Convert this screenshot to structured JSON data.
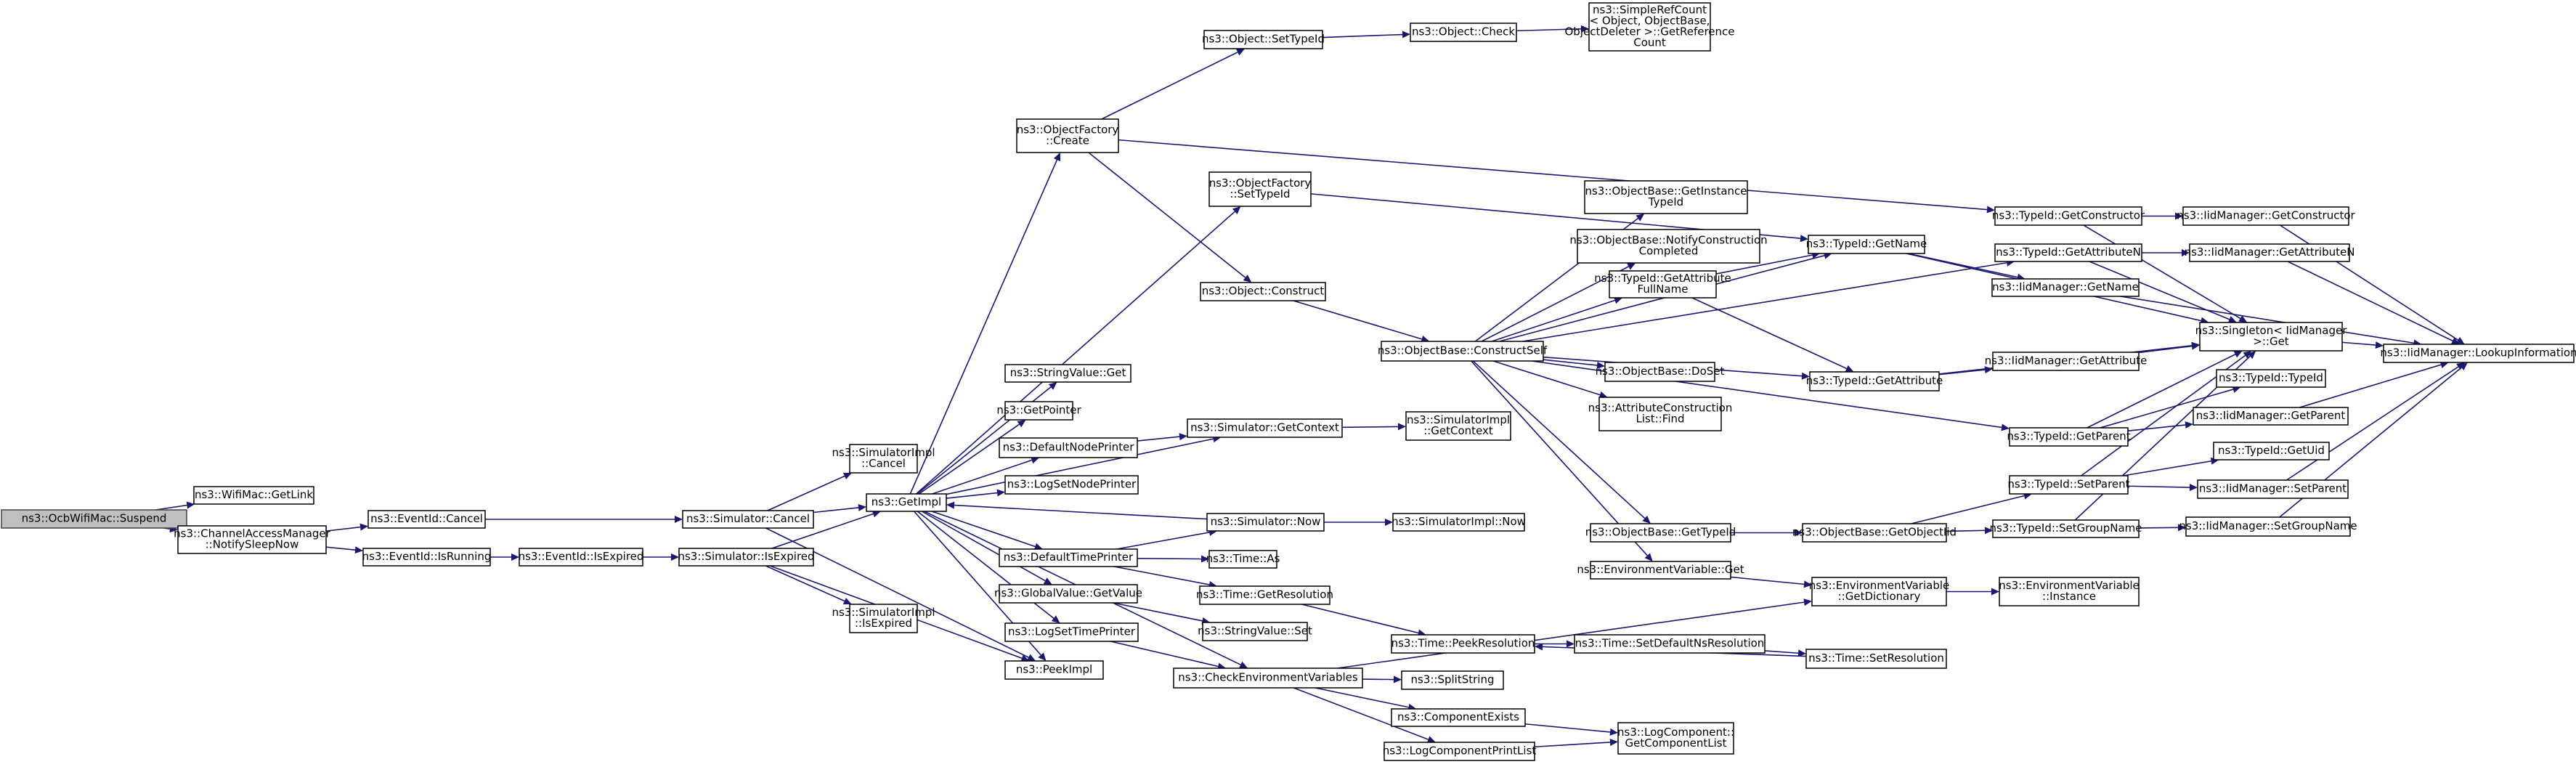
{
  "title": "",
  "colors": {
    "edge": "#191970",
    "root_fill": "#bfbfbf",
    "node_fill": "#ffffff",
    "border": "#000000"
  },
  "nodes": {
    "suspend": [
      "ns3::OcbWifiMac::Suspend"
    ],
    "getlink": [
      "ns3::WifiMac::GetLink"
    ],
    "notifysleep": [
      "ns3::ChannelAccessManager",
      "::NotifySleepNow"
    ],
    "eventid_cancel": [
      "ns3::EventId::Cancel"
    ],
    "eventid_isrunning": [
      "ns3::EventId::IsRunning"
    ],
    "eventid_isexpired": [
      "ns3::EventId::IsExpired"
    ],
    "sim_cancel": [
      "ns3::Simulator::Cancel"
    ],
    "sim_isexpired": [
      "ns3::Simulator::IsExpired"
    ],
    "simimpl_cancel": [
      "ns3::SimulatorImpl",
      "::Cancel"
    ],
    "simimpl_isexpired": [
      "ns3::SimulatorImpl",
      "::IsExpired"
    ],
    "getimpl": [
      "ns3::GetImpl"
    ],
    "objfactory_create": [
      "ns3::ObjectFactory",
      "::Create"
    ],
    "objfactory_settypeid": [
      "ns3::ObjectFactory",
      "::SetTypeId"
    ],
    "stringvalue_get": [
      "ns3::StringValue::Get"
    ],
    "getpointer": [
      "ns3::GetPointer"
    ],
    "defaultnodeprinter": [
      "ns3::DefaultNodePrinter"
    ],
    "logsetnodeprinter": [
      "ns3::LogSetNodePrinter"
    ],
    "defaulttimeprinter": [
      "ns3::DefaultTimePrinter"
    ],
    "globalvalue_getvalue": [
      "ns3::GlobalValue::GetValue"
    ],
    "logsettimeprinter": [
      "ns3::LogSetTimePrinter"
    ],
    "peekimpl": [
      "ns3::PeekImpl"
    ],
    "object_settypeid": [
      "ns3::Object::SetTypeId"
    ],
    "object_check": [
      "ns3::Object::Check"
    ],
    "simplerefcount": [
      "ns3::SimpleRefCount",
      "< Object, ObjectBase,",
      "ObjectDeleter >::GetReference",
      "Count"
    ],
    "object_construct": [
      "ns3::Object::Construct"
    ],
    "sim_getcontext": [
      "ns3::Simulator::GetContext"
    ],
    "simimpl_getcontext": [
      "ns3::SimulatorImpl",
      "::GetContext"
    ],
    "sim_now": [
      "ns3::Simulator::Now"
    ],
    "simimpl_now": [
      "ns3::SimulatorImpl::Now"
    ],
    "time_as": [
      "ns3::Time::As"
    ],
    "time_getresolution": [
      "ns3::Time::GetResolution"
    ],
    "stringvalue_set": [
      "ns3::StringValue::Set"
    ],
    "checkenvvars": [
      "ns3::CheckEnvironmentVariables"
    ],
    "constructself": [
      "ns3::ObjectBase::ConstructSelf"
    ],
    "getinstancetypeid": [
      "ns3::ObjectBase::GetInstance",
      "TypeId"
    ],
    "notifyconstruction": [
      "ns3::ObjectBase::NotifyConstruction",
      "Completed"
    ],
    "typeid_getattrfullname": [
      "ns3::TypeId::GetAttribute",
      "FullName"
    ],
    "objectbase_doset": [
      "ns3::ObjectBase::DoSet"
    ],
    "attrconstructionlist": [
      "ns3::AttributeConstruction",
      "List::Find"
    ],
    "objectbase_gettypeid": [
      "ns3::ObjectBase::GetTypeId"
    ],
    "envvar_get": [
      "ns3::EnvironmentVariable::Get"
    ],
    "typeid_getname": [
      "ns3::TypeId::GetName"
    ],
    "typeid_getattribute": [
      "ns3::TypeId::GetAttribute"
    ],
    "objectbase_getobjectiid": [
      "ns3::ObjectBase::GetObjectIid"
    ],
    "envvar_getdictionary": [
      "ns3::EnvironmentVariable",
      "::GetDictionary"
    ],
    "envvar_instance": [
      "ns3::EnvironmentVariable",
      "::Instance"
    ],
    "typeid_getconstructor": [
      "ns3::TypeId::GetConstructor"
    ],
    "typeid_getattributen": [
      "ns3::TypeId::GetAttributeN"
    ],
    "iidm_getname": [
      "ns3::IidManager::GetName"
    ],
    "iidm_getattribute": [
      "ns3::IidManager::GetAttribute"
    ],
    "typeid_getparent": [
      "ns3::TypeId::GetParent"
    ],
    "typeid_setparent": [
      "ns3::TypeId::SetParent"
    ],
    "typeid_setgroupname": [
      "ns3::TypeId::SetGroupName"
    ],
    "iidm_getconstructor": [
      "ns3::IidManager::GetConstructor"
    ],
    "iidm_getattributen": [
      "ns3::IidManager::GetAttributeN"
    ],
    "singleton_get": [
      "ns3::Singleton< IidManager",
      ">::Get"
    ],
    "typeid_typeid": [
      "ns3::TypeId::TypeId"
    ],
    "iidm_getparent": [
      "ns3::IidManager::GetParent"
    ],
    "typeid_getuid": [
      "ns3::TypeId::GetUid"
    ],
    "iidm_setparent": [
      "ns3::IidManager::SetParent"
    ],
    "iidm_setgroupname": [
      "ns3::IidManager::SetGroupName"
    ],
    "iidm_lookupinformation": [
      "ns3::IidManager::LookupInformation"
    ],
    "time_peekresolution": [
      "ns3::Time::PeekResolution"
    ],
    "time_setdefaultnsresolution": [
      "ns3::Time::SetDefaultNsResolution"
    ],
    "time_setresolution": [
      "ns3::Time::SetResolution"
    ],
    "splitstring": [
      "ns3::SplitString"
    ],
    "componentexists": [
      "ns3::ComponentExists"
    ],
    "logcomponentprintlist": [
      "ns3::LogComponentPrintList"
    ],
    "logcomponent_getcomponentlist": [
      "ns3::LogComponent::",
      "GetComponentList"
    ]
  }
}
